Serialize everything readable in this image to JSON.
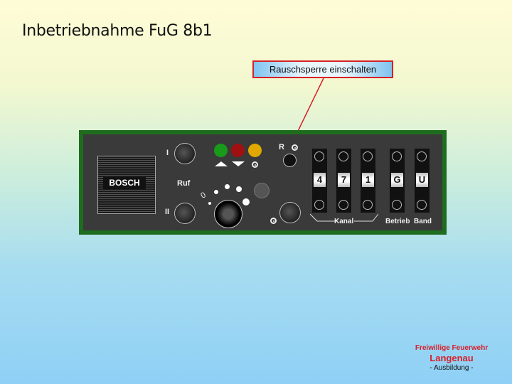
{
  "slide": {
    "title": "Inbetriebnahme FuG 8b1",
    "callout": "Rauschsperre einschalten",
    "colors": {
      "callout_border": "#d8202a",
      "device_frame": "#1e6c1e",
      "panel": "#3a3a3a"
    }
  },
  "device": {
    "brand": "BOSCH",
    "labels": {
      "knob_one": "I",
      "knob_two": "II",
      "ruf": "Ruf",
      "zero": "0",
      "squelch_switch": "R",
      "kanal": "Kanal",
      "betrieb": "Betrieb",
      "band": "Band"
    },
    "leds": [
      {
        "name": "green",
        "color": "#1a9a1a"
      },
      {
        "name": "red",
        "color": "#a01010"
      },
      {
        "name": "yellow",
        "color": "#e0a800"
      }
    ],
    "channel_digits": [
      "4",
      "7",
      "1"
    ],
    "betrieb_value": "G",
    "band_value": "U"
  },
  "footer": {
    "org": "Freiwillige Feuerwehr",
    "location": "Langenau",
    "subtitle": "- Ausbildung -"
  }
}
